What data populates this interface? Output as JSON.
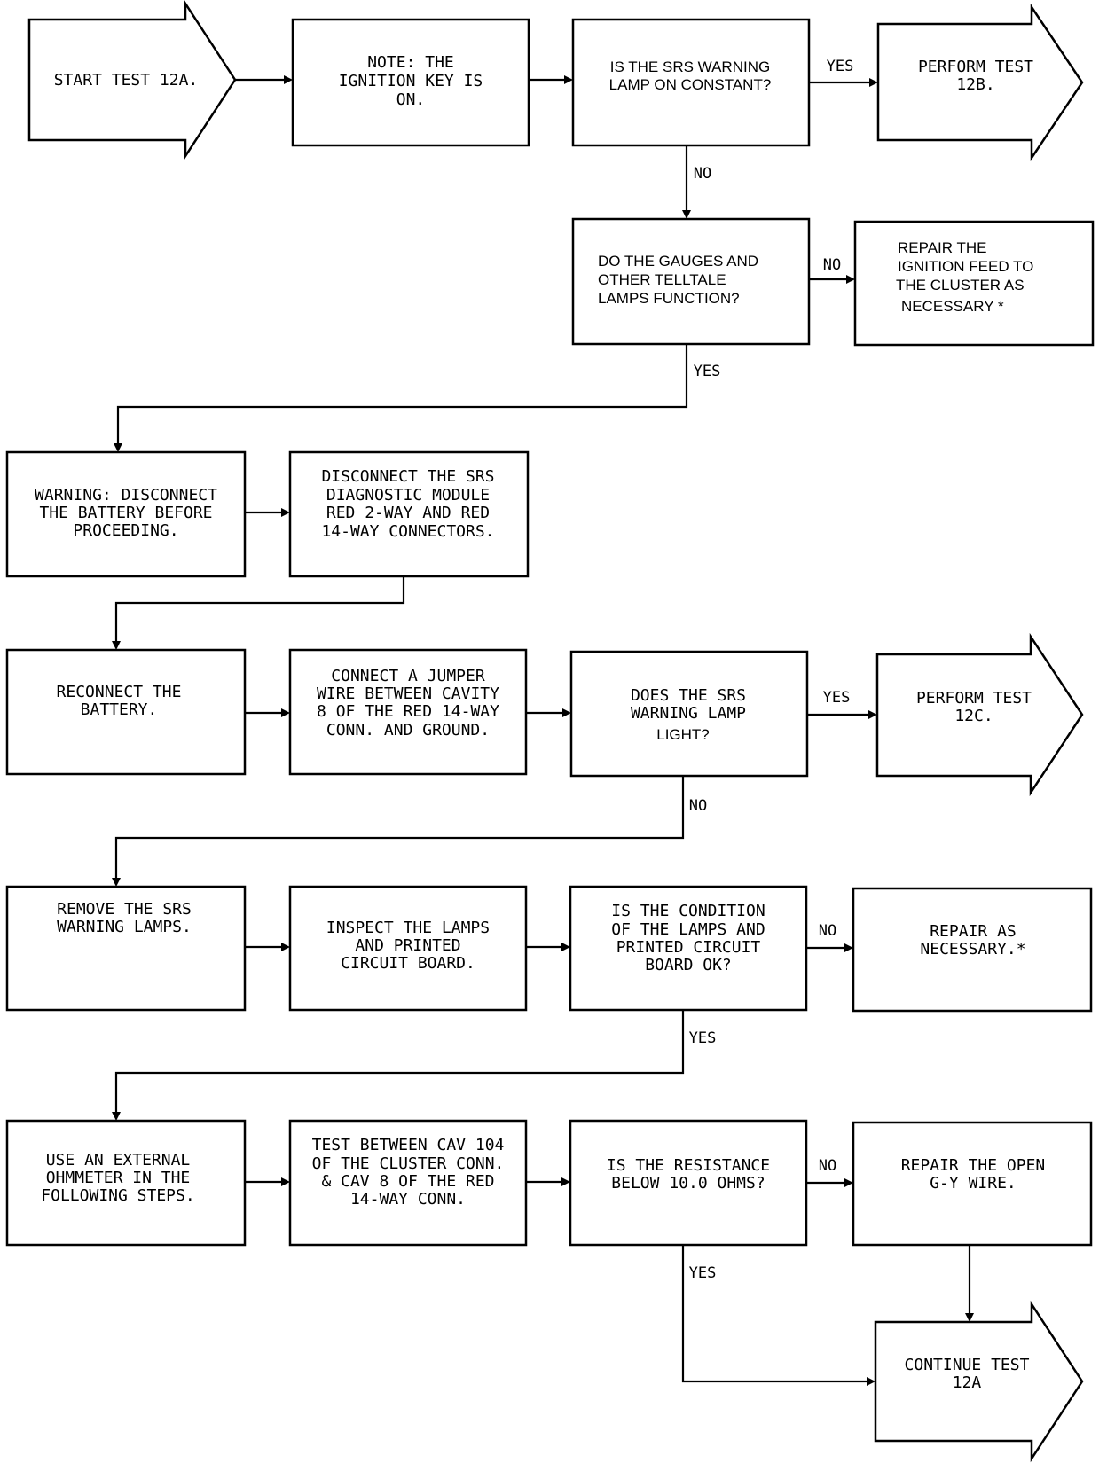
{
  "nodes": {
    "start_12a": [
      "START TEST 12A."
    ],
    "note_ignition": [
      "NOTE:  THE",
      "IGNITION KEY IS",
      "ON."
    ],
    "q_srs_constant": [
      "IS THE SRS WARNING",
      "LAMP ON CONSTANT?"
    ],
    "perform_12b": [
      "PERFORM TEST",
      "12B."
    ],
    "q_gauges": [
      "DO THE GAUGES AND",
      "OTHER TELLTALE",
      "LAMPS FUNCTION?"
    ],
    "repair_ignition": [
      "REPAIR THE",
      "IGNITION FEED TO",
      "THE CLUSTER AS",
      "NECESSARY *"
    ],
    "warning_battery": [
      "WARNING:  DISCONNECT",
      "THE BATTERY BEFORE",
      "PROCEEDING."
    ],
    "disconnect_srs": [
      "DISCONNECT THE SRS",
      "DIAGNOSTIC MODULE",
      "RED 2-WAY AND RED",
      "14-WAY CONNECTORS."
    ],
    "reconnect_battery": [
      "RECONNECT THE",
      "BATTERY."
    ],
    "connect_jumper": [
      "CONNECT A JUMPER",
      "WIRE BETWEEN CAVITY",
      "8 OF THE RED 14-WAY",
      "CONN. AND GROUND."
    ],
    "q_lamp_light": [
      "DOES THE SRS",
      "WARNING LAMP",
      "LIGHT?"
    ],
    "perform_12c": [
      "PERFORM TEST",
      "12C."
    ],
    "remove_lamps": [
      "REMOVE THE SRS",
      "WARNING LAMPS."
    ],
    "inspect_lamps": [
      "INSPECT THE LAMPS",
      "AND PRINTED",
      "CIRCUIT BOARD."
    ],
    "q_condition": [
      "IS THE CONDITION",
      "OF THE LAMPS AND",
      "PRINTED CIRCUIT",
      "BOARD OK?"
    ],
    "repair_as_necessary": [
      "REPAIR AS",
      "NECESSARY.*"
    ],
    "use_ohmmeter": [
      "USE AN EXTERNAL",
      "OHMMETER IN THE",
      "FOLLOWING STEPS."
    ],
    "test_between": [
      "TEST BETWEEN CAV 104",
      "OF THE CLUSTER CONN.",
      "& CAV 8 OF THE RED",
      "14-WAY CONN."
    ],
    "q_resistance": [
      "IS THE RESISTANCE",
      "BELOW 10.0 OHMS?"
    ],
    "repair_open_wire": [
      "REPAIR THE OPEN",
      "G-Y WIRE."
    ],
    "continue_12a": [
      "CONTINUE TEST",
      "12A"
    ]
  },
  "edge_labels": {
    "yes": "YES",
    "no": "NO"
  }
}
